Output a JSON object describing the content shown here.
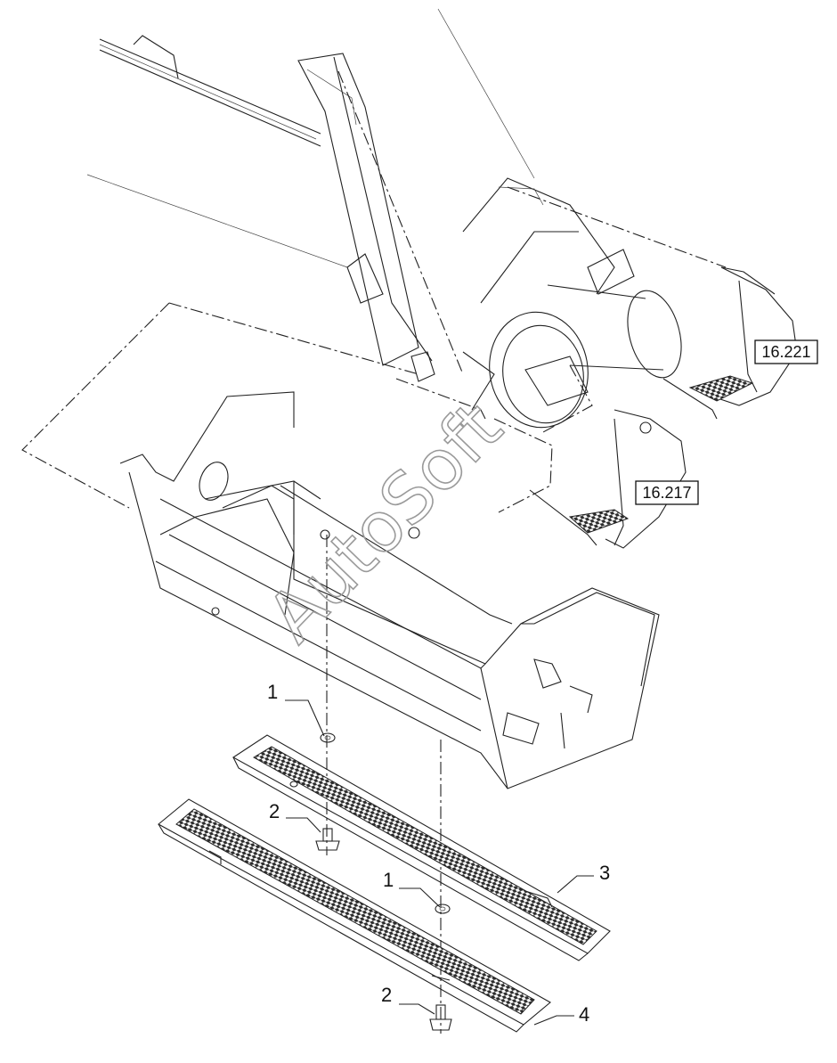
{
  "watermark": "AutoSoft",
  "callouts": {
    "c1a": "1",
    "c1b": "1",
    "c2a": "2",
    "c2b": "2",
    "c3": "3",
    "c4": "4"
  },
  "references": {
    "ref_upper": "16.221",
    "ref_lower": "16.217"
  }
}
